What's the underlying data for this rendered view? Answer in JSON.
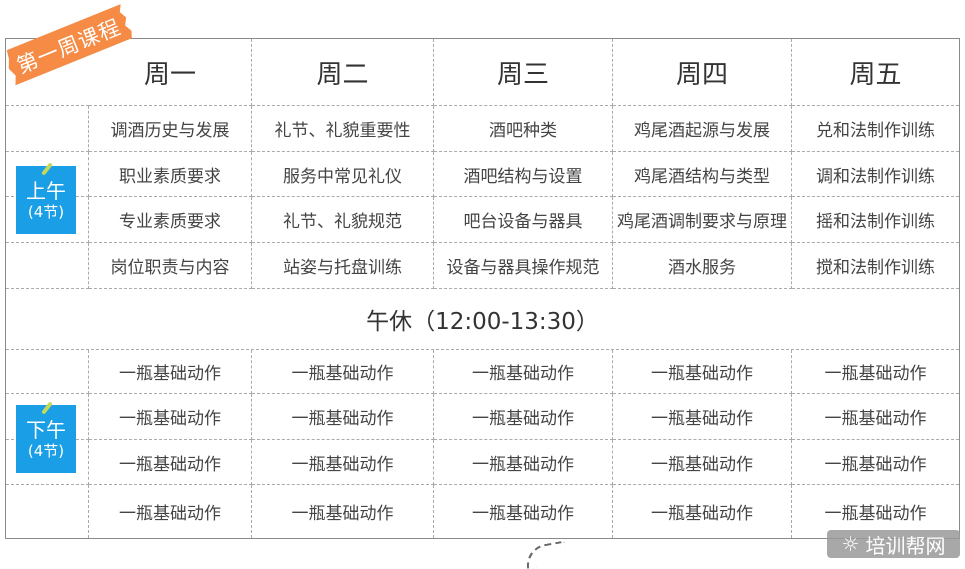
{
  "tag": {
    "label": "第一周课程",
    "color": "#f58b45"
  },
  "days": [
    "周一",
    "周二",
    "周三",
    "周四",
    "周五"
  ],
  "morning": {
    "label": "上午",
    "sessions": "(4节)",
    "color": "#1a9ee6",
    "rows": [
      [
        "调酒历史与发展",
        "礼节、礼貌重要性",
        "酒吧种类",
        "鸡尾酒起源与发展",
        "兑和法制作训练"
      ],
      [
        "职业素质要求",
        "服务中常见礼仪",
        "酒吧结构与设置",
        "鸡尾酒结构与类型",
        "调和法制作训练"
      ],
      [
        "专业素质要求",
        "礼节、礼貌规范",
        "吧台设备与器具",
        "鸡尾酒调制要求与原理",
        "摇和法制作训练"
      ],
      [
        "岗位职责与内容",
        "站姿与托盘训练",
        "设备与器具操作规范",
        "酒水服务",
        "搅和法制作训练"
      ]
    ]
  },
  "lunch": {
    "label": "午休（12:00-13:30）"
  },
  "afternoon": {
    "label": "下午",
    "sessions": "(4节)",
    "color": "#1a9ee6",
    "rows": [
      [
        "一瓶基础动作",
        "一瓶基础动作",
        "一瓶基础动作",
        "一瓶基础动作",
        "一瓶基础动作"
      ],
      [
        "一瓶基础动作",
        "一瓶基础动作",
        "一瓶基础动作",
        "一瓶基础动作",
        "一瓶基础动作"
      ],
      [
        "一瓶基础动作",
        "一瓶基础动作",
        "一瓶基础动作",
        "一瓶基础动作",
        "一瓶基础动作"
      ],
      [
        "一瓶基础动作",
        "一瓶基础动作",
        "一瓶基础动作",
        "一瓶基础动作",
        "一瓶基础动作"
      ]
    ]
  },
  "watermark": {
    "icon": "sun-face-icon",
    "label": "培训帮网"
  }
}
